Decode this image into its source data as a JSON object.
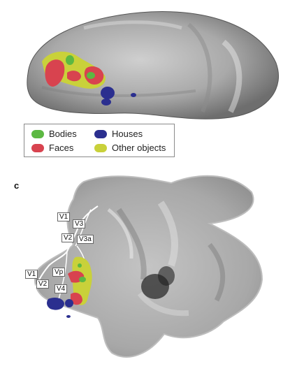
{
  "panel_letter": "c",
  "legend": {
    "items": [
      {
        "label": "Bodies",
        "color": "#5cb842"
      },
      {
        "label": "Houses",
        "color": "#2b2f8f"
      },
      {
        "label": "Faces",
        "color": "#d8434f"
      },
      {
        "label": "Other objects",
        "color": "#c9d13a"
      }
    ]
  },
  "visual_areas": [
    {
      "label": "V1"
    },
    {
      "label": "V3"
    },
    {
      "label": "V2"
    },
    {
      "label": "V3a"
    },
    {
      "label": "V1"
    },
    {
      "label": "Vp"
    },
    {
      "label": "V2"
    },
    {
      "label": "V4"
    }
  ]
}
